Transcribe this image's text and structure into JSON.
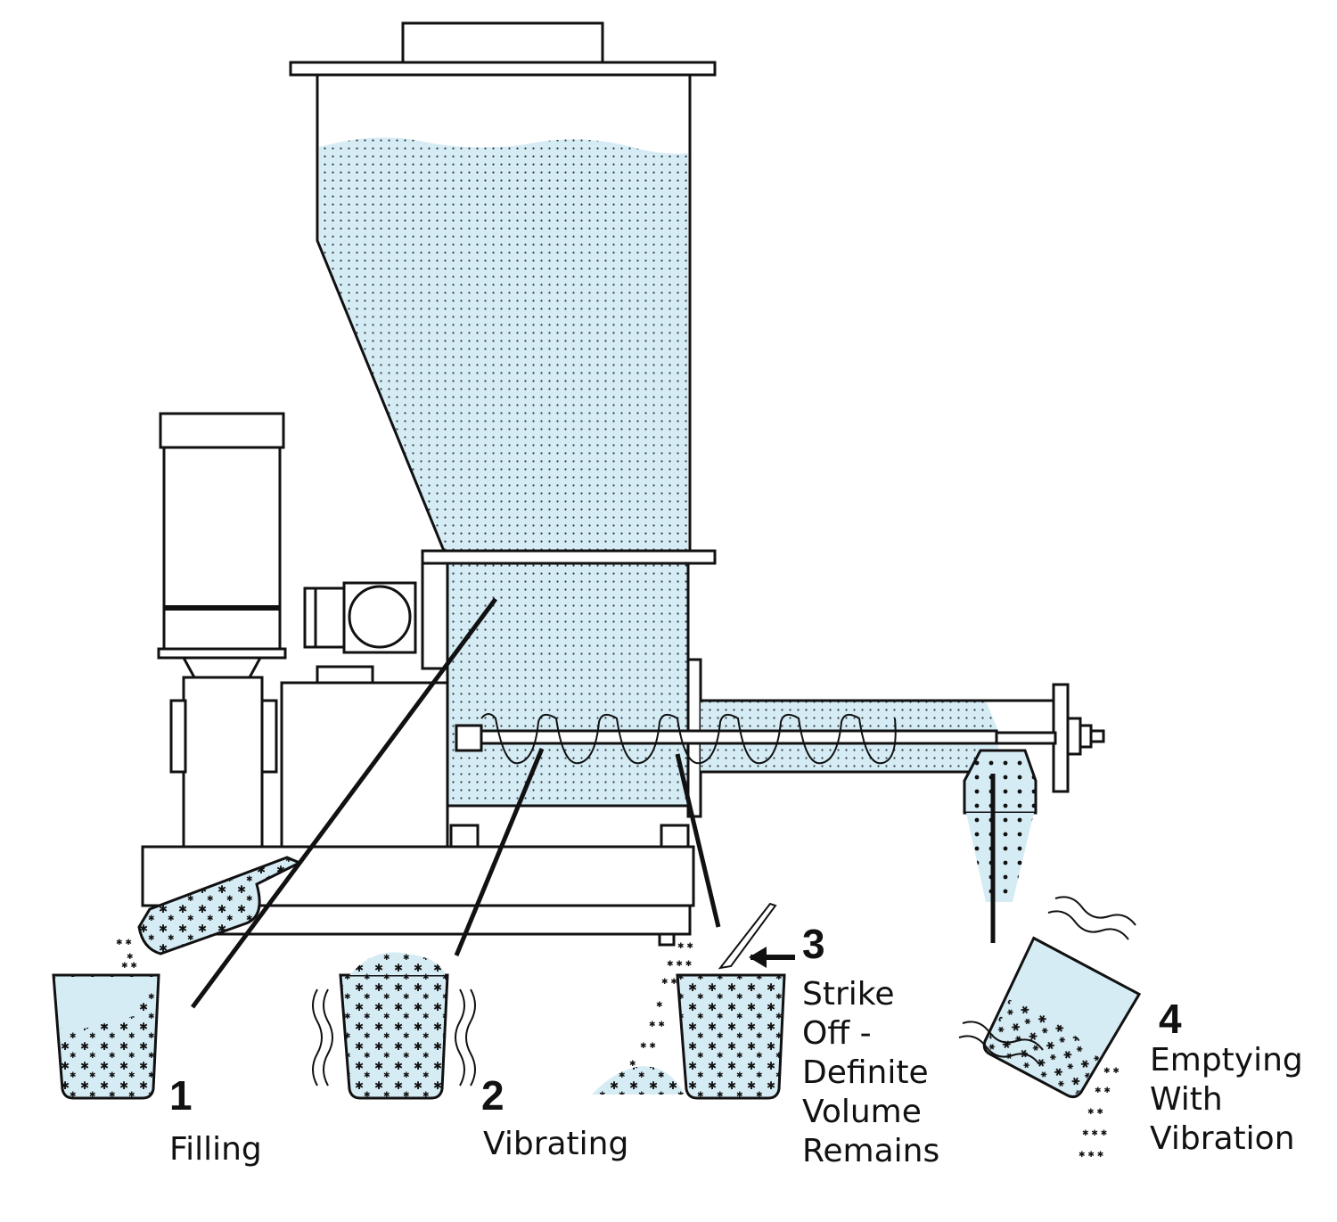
{
  "colors": {
    "material_fill": "#d6ecf5",
    "line": "#111111",
    "background": "#ffffff"
  },
  "steps": [
    {
      "number": "1",
      "label": "Filling"
    },
    {
      "number": "2",
      "label": "Vibrating"
    },
    {
      "number": "3",
      "label": "Strike\nOff -\nDefinite\nVolume\nRemains"
    },
    {
      "number": "4",
      "label": "Emptying\nWith\nVibration"
    }
  ]
}
